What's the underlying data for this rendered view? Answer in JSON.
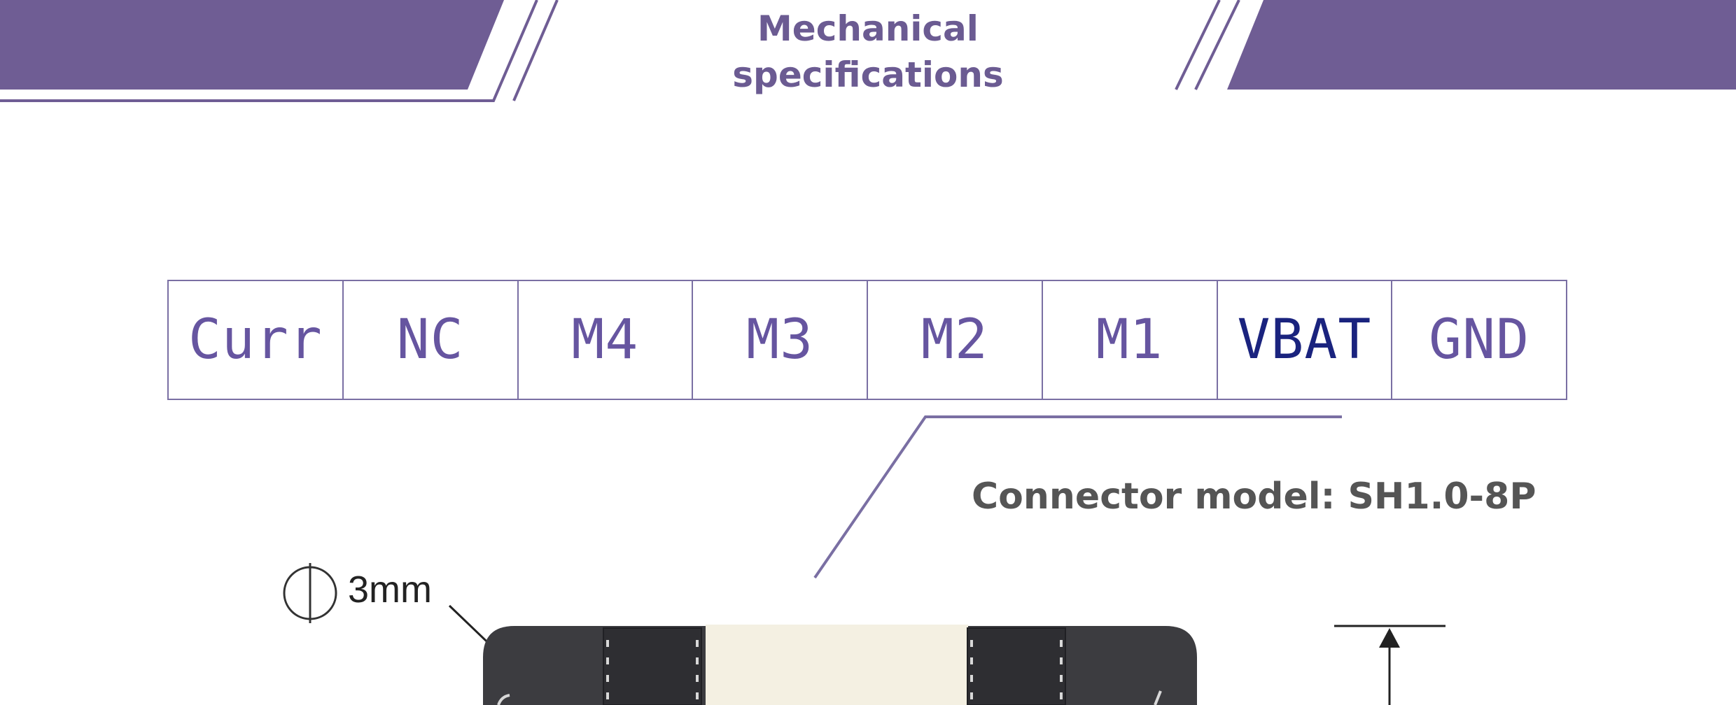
{
  "header": {
    "title_line1": "Mechanical",
    "title_line2": "specifications",
    "accent_color": "#6f5d94"
  },
  "pinout": {
    "pins": [
      "Curr",
      "NC",
      "M4",
      "M3",
      "M2",
      "M1",
      "VBAT",
      "GND"
    ]
  },
  "connector": {
    "label": "Connector model: SH1.0-8P"
  },
  "board": {
    "hole_label": "3mm",
    "board_color": "#3c3c40",
    "connector_color": "#f4f0e2"
  }
}
